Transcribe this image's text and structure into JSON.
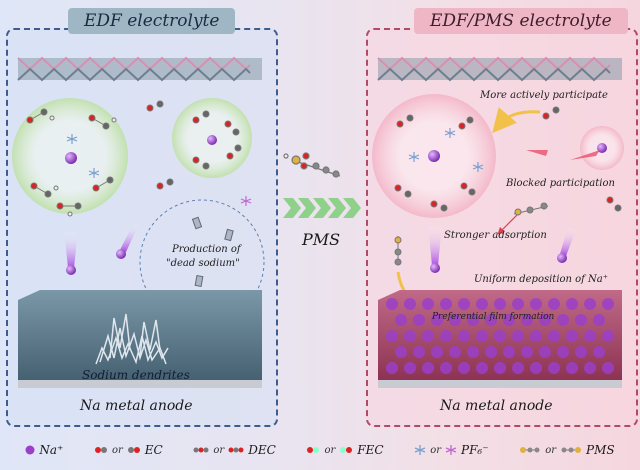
{
  "left_panel": {
    "title": "EDF electrolyte",
    "dead_sodium_line1": "Production of",
    "dead_sodium_line2": "\"dead sodium\"",
    "dendrites_label": "Sodium dendrites",
    "anode_label": "Na metal anode"
  },
  "middle": {
    "label": "PMS"
  },
  "right_panel": {
    "title": "EDF/PMS electrolyte",
    "more_active": "More actively participate",
    "blocked": "Blocked participation",
    "stronger": "Stronger adsorption",
    "uniform": "Uniform deposition of Na⁺",
    "preferential": "Preferential film formation",
    "anode_label": "Na metal anode"
  },
  "legend": {
    "or_text": "or",
    "na_label": "Na⁺",
    "ec_label": "EC",
    "dec_label": "DEC",
    "fec_label": "FEC",
    "pf6_label": "PF₆⁻",
    "pms_label": "PMS"
  },
  "colors": {
    "left_border": "#3f5d8c",
    "right_border": "#b04a6a",
    "na_ion": "#9a3fc9",
    "solvation_left": "#cfe6c0",
    "solvation_right": "#f6c9d6",
    "anode_left": "#5b7b8f",
    "anode_right": "#a54a6a",
    "arrow_green": "#7fc080",
    "arrow_yellow": "#f2c14a"
  }
}
